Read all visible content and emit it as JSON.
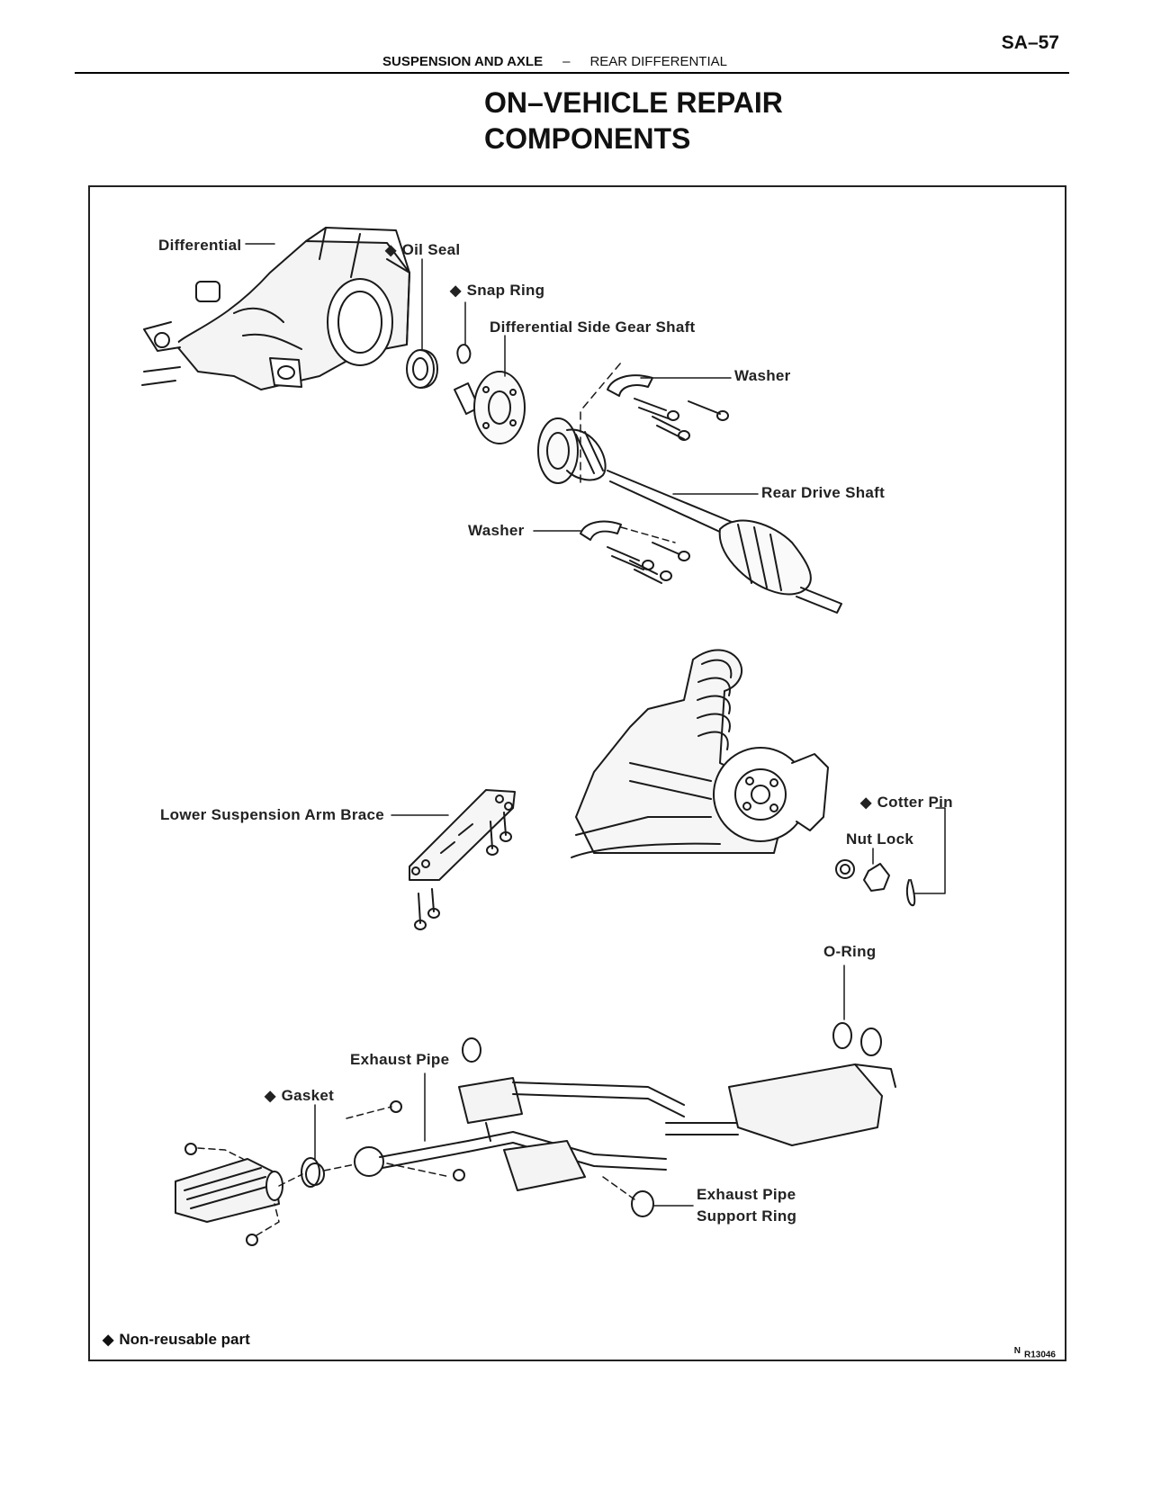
{
  "header": {
    "page_number": "SA–57",
    "section": "SUSPENSION AND AXLE",
    "separator": "–",
    "subsection": "REAR DIFFERENTIAL"
  },
  "title": {
    "line1": "ON–VEHICLE REPAIR",
    "line2": "COMPONENTS"
  },
  "diagram": {
    "non_reusable_marker": "◆",
    "labels": {
      "differential": "Differential",
      "oil_seal": "Oil Seal",
      "snap_ring": "Snap Ring",
      "side_gear_shaft": "Differential Side Gear Shaft",
      "washer_upper": "Washer",
      "rear_drive_shaft": "Rear Drive Shaft",
      "washer_lower": "Washer",
      "lower_suspension_arm_brace": "Lower Suspension Arm Brace",
      "cotter_pin": "Cotter Pin",
      "nut_lock": "Nut Lock",
      "o_ring": "O-Ring",
      "exhaust_pipe": "Exhaust Pipe",
      "gasket": "Gasket",
      "exhaust_support_line1": "Exhaust Pipe",
      "exhaust_support_line2": "Support Ring"
    },
    "legend": "Non-reusable part",
    "figure_north": "N",
    "figure_id": "R13046"
  }
}
